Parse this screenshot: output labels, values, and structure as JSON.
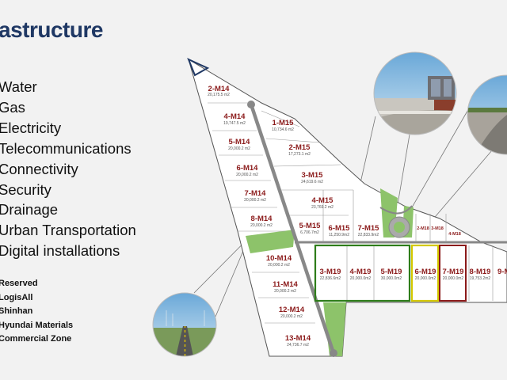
{
  "title": "astructure",
  "services": [
    "Water",
    "Gas",
    "Electricity",
    "Telecommunications",
    "Connectivity",
    "Security",
    "Drainage",
    "Urban Transportation",
    "Digital installations"
  ],
  "legend": [
    "Reserved",
    "LogisAll",
    "Shinhan",
    "Hyundai Materials",
    "Commercial Zone"
  ],
  "lots": [
    {
      "name": "2-M14",
      "area": "20,175.5 m2"
    },
    {
      "name": "4-M14",
      "area": "19,747.5 m2"
    },
    {
      "name": "5-M14",
      "area": "20,000.2 m2"
    },
    {
      "name": "6-M14",
      "area": "20,000.2 m2"
    },
    {
      "name": "7-M14",
      "area": "20,000.2 m2"
    },
    {
      "name": "8-M14",
      "area": "20,000.2 m2"
    },
    {
      "name": "10-M14",
      "area": "20,000.2 m2"
    },
    {
      "name": "11-M14",
      "area": "20,000.2 m2"
    },
    {
      "name": "12-M14",
      "area": "20,000.2 m2"
    },
    {
      "name": "13-M14",
      "area": "24,736.7 m2"
    },
    {
      "name": "1-M15",
      "area": "10,734.6 m2"
    },
    {
      "name": "2-M15",
      "area": "17,273.1 m2"
    },
    {
      "name": "3-M15",
      "area": "24,619.6 m2"
    },
    {
      "name": "4-M15",
      "area": "23,769.2 m2"
    },
    {
      "name": "5-M15",
      "area": "6,706.7m2"
    },
    {
      "name": "6-M15",
      "area": "11,250.9m2"
    },
    {
      "name": "7-M15",
      "area": "22,833.9m2"
    },
    {
      "name": "3-M19",
      "area": "22,836.6m2"
    },
    {
      "name": "4-M19",
      "area": "20,000.0m2"
    },
    {
      "name": "5-M19",
      "area": "30,000.0m2"
    },
    {
      "name": "6-M19",
      "area": "20,000.0m2"
    },
    {
      "name": "7-M19",
      "area": "20,000.0m2"
    },
    {
      "name": "8-M19",
      "area": "19,753.2m2"
    },
    {
      "name": "9-M"
    },
    {
      "name": "2-M18"
    },
    {
      "name": "3-M18"
    },
    {
      "name": "4-M18"
    }
  ],
  "colors": {
    "title": "#1f3864",
    "lot_label": "#8b1a1a",
    "green_area": "#8dc36a",
    "shinhan_outline": "#2e7d1a",
    "hyundai_outline": "#d4c800",
    "commercial_outline": "#8b1a1a",
    "reserved_outline": "#1f3864"
  }
}
